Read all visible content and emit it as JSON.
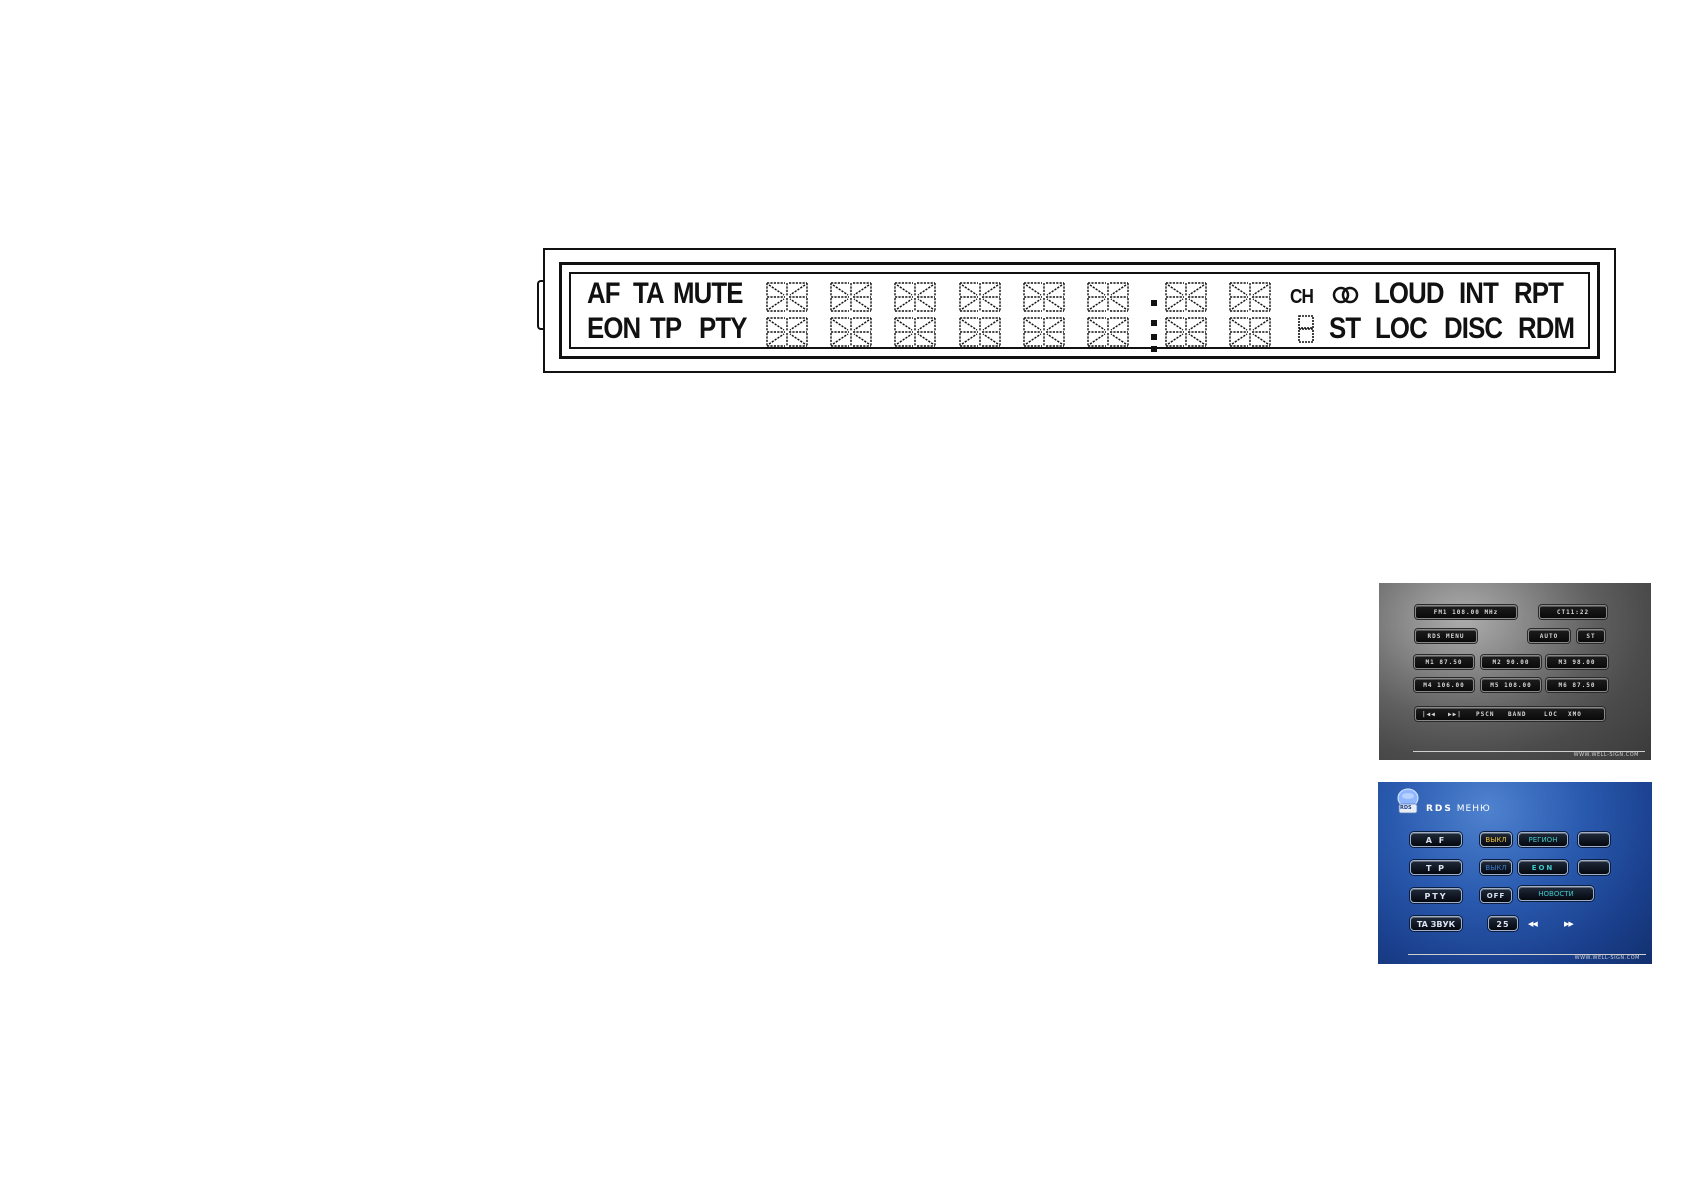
{
  "lcd": {
    "row1_left": [
      "AF",
      "TA",
      "MUTE"
    ],
    "row2_left": [
      "EON",
      "TP",
      "PTY"
    ],
    "row1_right": [
      "LOUD",
      "INT",
      "RPT"
    ],
    "row2_right": [
      "ST",
      "LOC",
      "DISC",
      "RDM"
    ],
    "ch_label": "CH"
  },
  "radio_screen": {
    "freq": "FM1  108.00 MHz",
    "clock": "CT11:22",
    "rds_menu": "RDS MENU",
    "auto": "AUTO",
    "st": "ST",
    "presets": [
      "M1  87.50",
      "M2  90.00",
      "M3 98.00",
      "M4 106.00",
      "M5 108.00",
      "M6  87.50"
    ],
    "controls": [
      "|◀◀",
      "▶▶|",
      "PSCN",
      "BAND",
      "LOC",
      "XMO"
    ],
    "watermark": "WWW.WELL-SIGN.COM"
  },
  "rds_screen": {
    "logo_text": "RDS",
    "title_bold": "RDS",
    "title_rest": "МЕНЮ",
    "buttons": {
      "af": "A F",
      "tp": "T P",
      "pty": "PTY",
      "ta": "TA ЗВУК",
      "af_state": "ВЫКЛ",
      "region": "РЕГИОН",
      "tp_state": "ВЫКЛ",
      "eon": "EON",
      "pty_state": "OFF",
      "news": "НОВОСТИ",
      "vol": "25"
    },
    "arrows": [
      "◀◀",
      "▶▶"
    ],
    "watermark": "WWW.WELL-SIGN.COM"
  }
}
